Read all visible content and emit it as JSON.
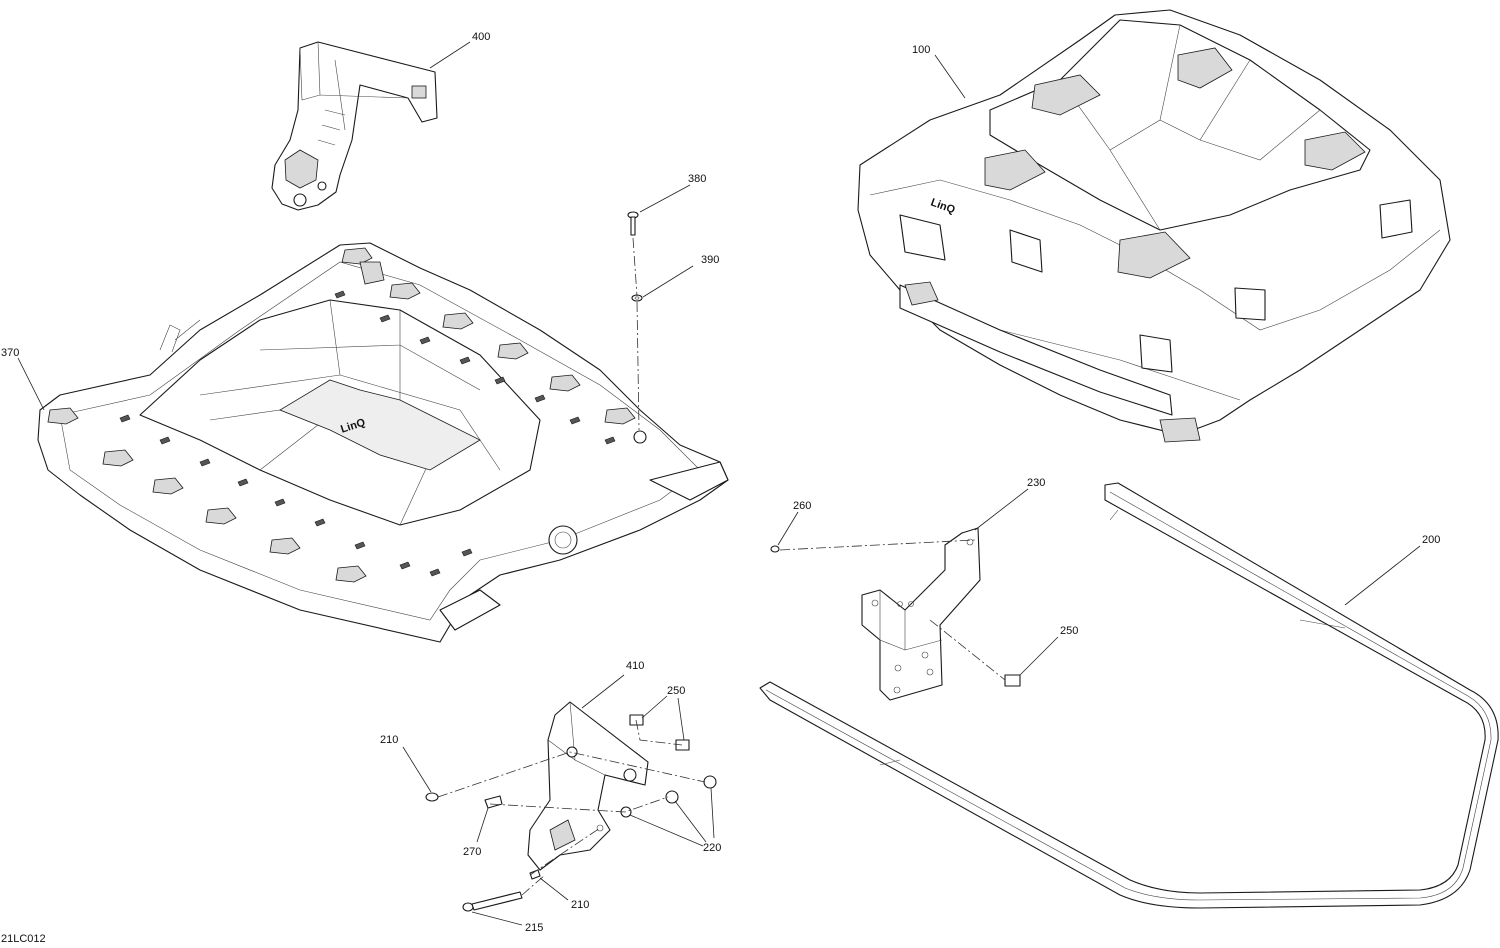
{
  "diagram": {
    "ref_code": "21LC012",
    "callouts": {
      "c400": "400",
      "c100": "100",
      "c380": "380",
      "c390": "390",
      "c370": "370",
      "c260": "260",
      "c230": "230",
      "c200": "200",
      "c250a": "250",
      "c410": "410",
      "c250b": "250",
      "c210a": "210",
      "c270": "270",
      "c220": "220",
      "c210b": "210",
      "c215": "215"
    },
    "logo_text": "LinQ"
  }
}
